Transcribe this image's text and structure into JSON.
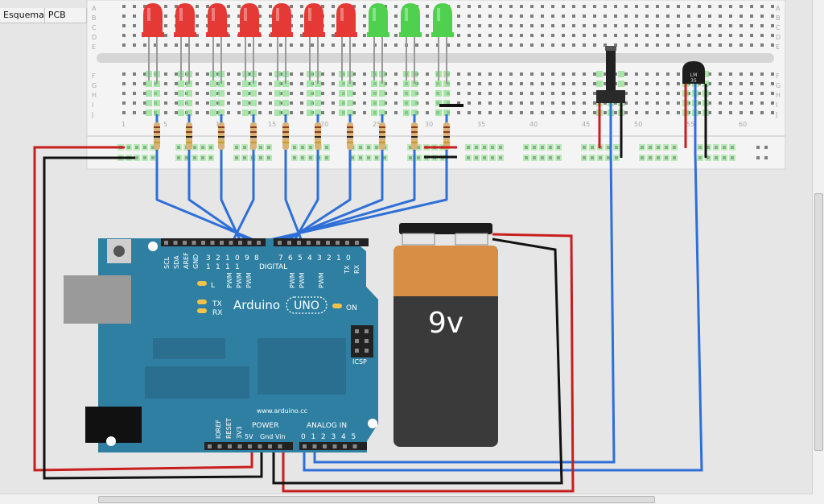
{
  "tabs": [
    {
      "label": "Esquema"
    },
    {
      "label": "PCB"
    }
  ],
  "breadboard": {
    "row_letters": [
      "A",
      "B",
      "C",
      "D",
      "E",
      "F",
      "G",
      "H",
      "I",
      "J"
    ],
    "column_numbers": [
      "1",
      "5",
      "10",
      "15",
      "20",
      "25",
      "30",
      "35",
      "40",
      "45",
      "50",
      "55",
      "60"
    ]
  },
  "leds": {
    "colors": [
      "red",
      "red",
      "red",
      "red",
      "red",
      "red",
      "red",
      "green",
      "green",
      "green"
    ],
    "red_hex": "#e53935",
    "green_hex": "#4fd14f"
  },
  "sensor": {
    "label_line1": "LM",
    "label_line2": "35"
  },
  "battery": {
    "label": "9v",
    "copper_hex": "#d98e45",
    "body_hex": "#3a3a3a"
  },
  "arduino": {
    "brand": "Arduino",
    "model": "UNO",
    "on_label": "ON",
    "website": "www.arduino.cc",
    "digital_label": "DIGITAL",
    "power_label": "POWER",
    "analog_label": "ANALOG IN",
    "icsp_label": "ICSP",
    "l_label": "L",
    "tx_label": "TX",
    "rx_label": "RX",
    "top_pin_labels": [
      "SCL",
      "SDA",
      "AREF",
      "GND"
    ],
    "digital_pins_a": [
      "1",
      "1",
      "1",
      "1",
      "9",
      "8"
    ],
    "digital_pins_a2": [
      "3",
      "2",
      "1",
      "0"
    ],
    "digital_pins_b": [
      "7",
      "6",
      "5",
      "4",
      "3",
      "2",
      "1",
      "0"
    ],
    "pwm_label": "PWM",
    "txrx_pins": [
      "TX",
      "RX"
    ],
    "power_pins": [
      "IOREF",
      "RESET",
      "3V3",
      "5V",
      "Gnd",
      "Vin"
    ],
    "analog_pins": [
      "0",
      "1",
      "2",
      "3",
      "4",
      "5"
    ],
    "body_hex": "#2f7fa2"
  }
}
